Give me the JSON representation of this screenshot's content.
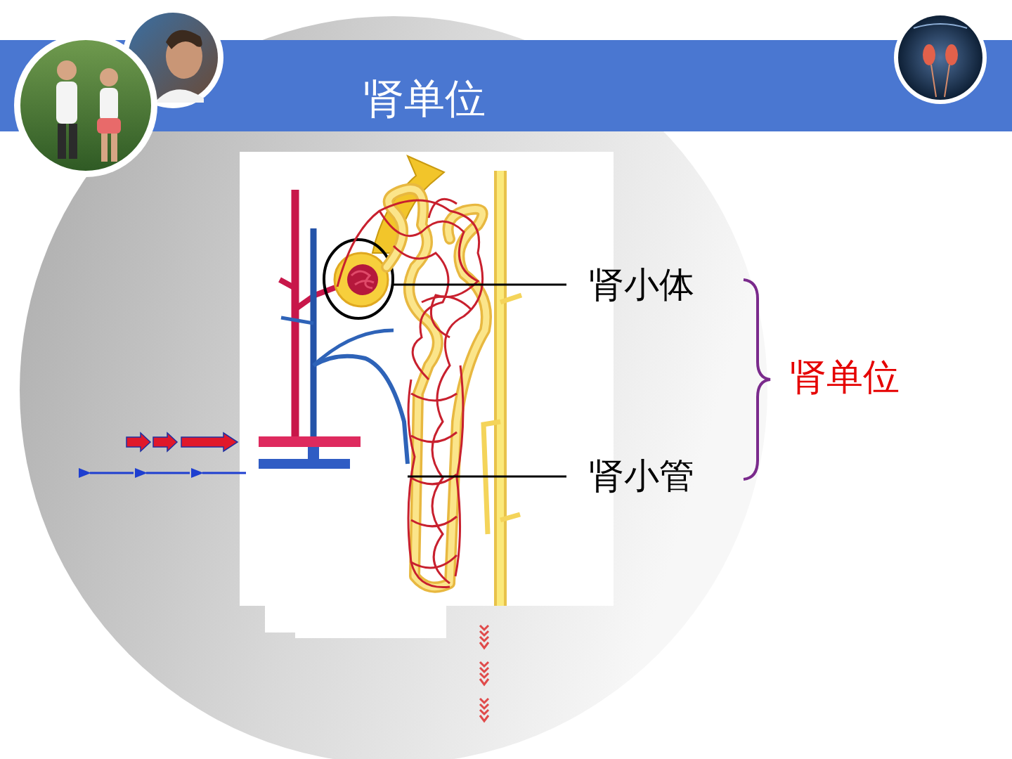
{
  "diagram": {
    "title": "肾单位",
    "labels": [
      "肾小体",
      "肾小管",
      "肾单位"
    ]
  }
}
